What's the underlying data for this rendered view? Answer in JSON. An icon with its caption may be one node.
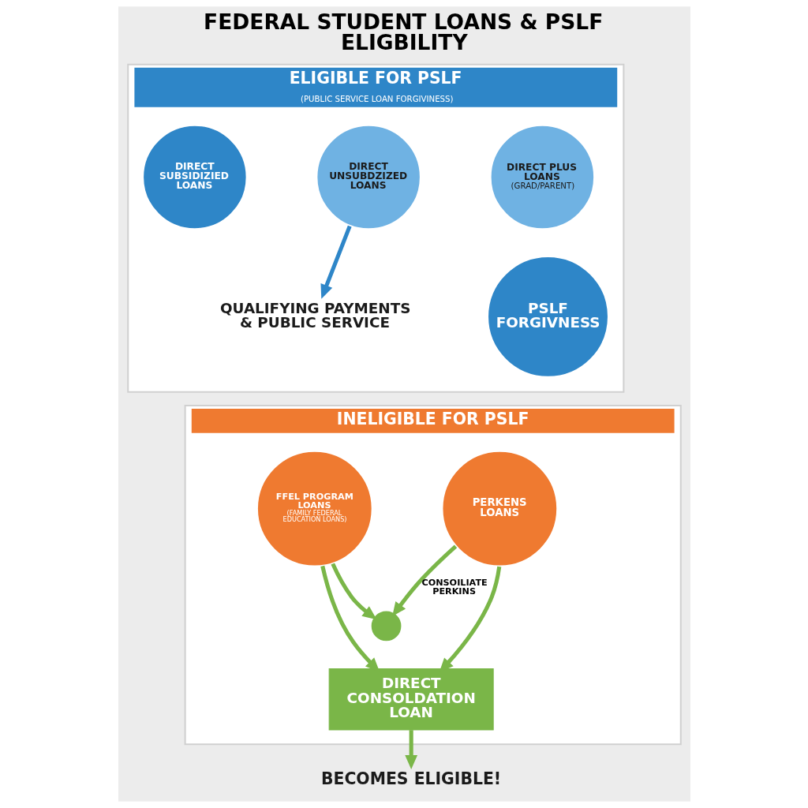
{
  "diagram": {
    "title": "FEDERAL STUDENT LOANS & PSLF ELIGBILITY",
    "nodes": [
      {
        "text": [
          "ELIGIBLE FOR PSLF",
          "(PUBLIC SERVICE LOAN FORGIVINESS)"
        ]
      },
      {
        "text": [
          "DIRECT SUBSIDIZIED LOANS"
        ],
        "in": 0
      },
      {
        "text": [
          "DIRECT UNSUBDZIZED LOANS"
        ],
        "in": 0
      },
      {
        "text": [
          "DIRECT PLUS LOANS",
          "(GRAD/PARENT)"
        ],
        "in": 0
      },
      {
        "text": [
          "QUALIFYING PAYMENTS & PUBLIC SERVICE"
        ],
        "in": 0
      },
      {
        "text": [
          "PSLF FORGIVNESS"
        ],
        "in": 0
      },
      {
        "text": [
          "INELIGIBLE FOR PSLF"
        ]
      },
      {
        "text": [
          "FFEL PROGRAM LOANS",
          "(FAMILY FEDERAL EDUCATION LOANS)"
        ],
        "in": 6
      },
      {
        "text": [
          "PERKENS LOANS"
        ],
        "in": 6
      },
      {
        "text": [],
        "shape": "circle",
        "in": 6
      },
      {
        "text": [
          "DIRECT CONSOLDATION LOAN"
        ],
        "in": 6
      },
      {
        "text": [
          "BECOMES ELIGIBLE!"
        ]
      }
    ],
    "edges": [
      {
        "from": 2,
        "to": 4,
        "arrow": "to",
        "color": "#2e86c8"
      },
      {
        "from": 7,
        "to": 9,
        "arrow": "to"
      },
      {
        "from": 8,
        "to": 9,
        "arrow": "to",
        "label": "CONSOILIATE PERKINS"
      },
      {
        "from": 7,
        "to": 10,
        "arrow": "to"
      },
      {
        "from": 8,
        "to": 10,
        "arrow": "to"
      },
      {
        "from": 10,
        "to": 11,
        "arrow": "to"
      }
    ]
  }
}
